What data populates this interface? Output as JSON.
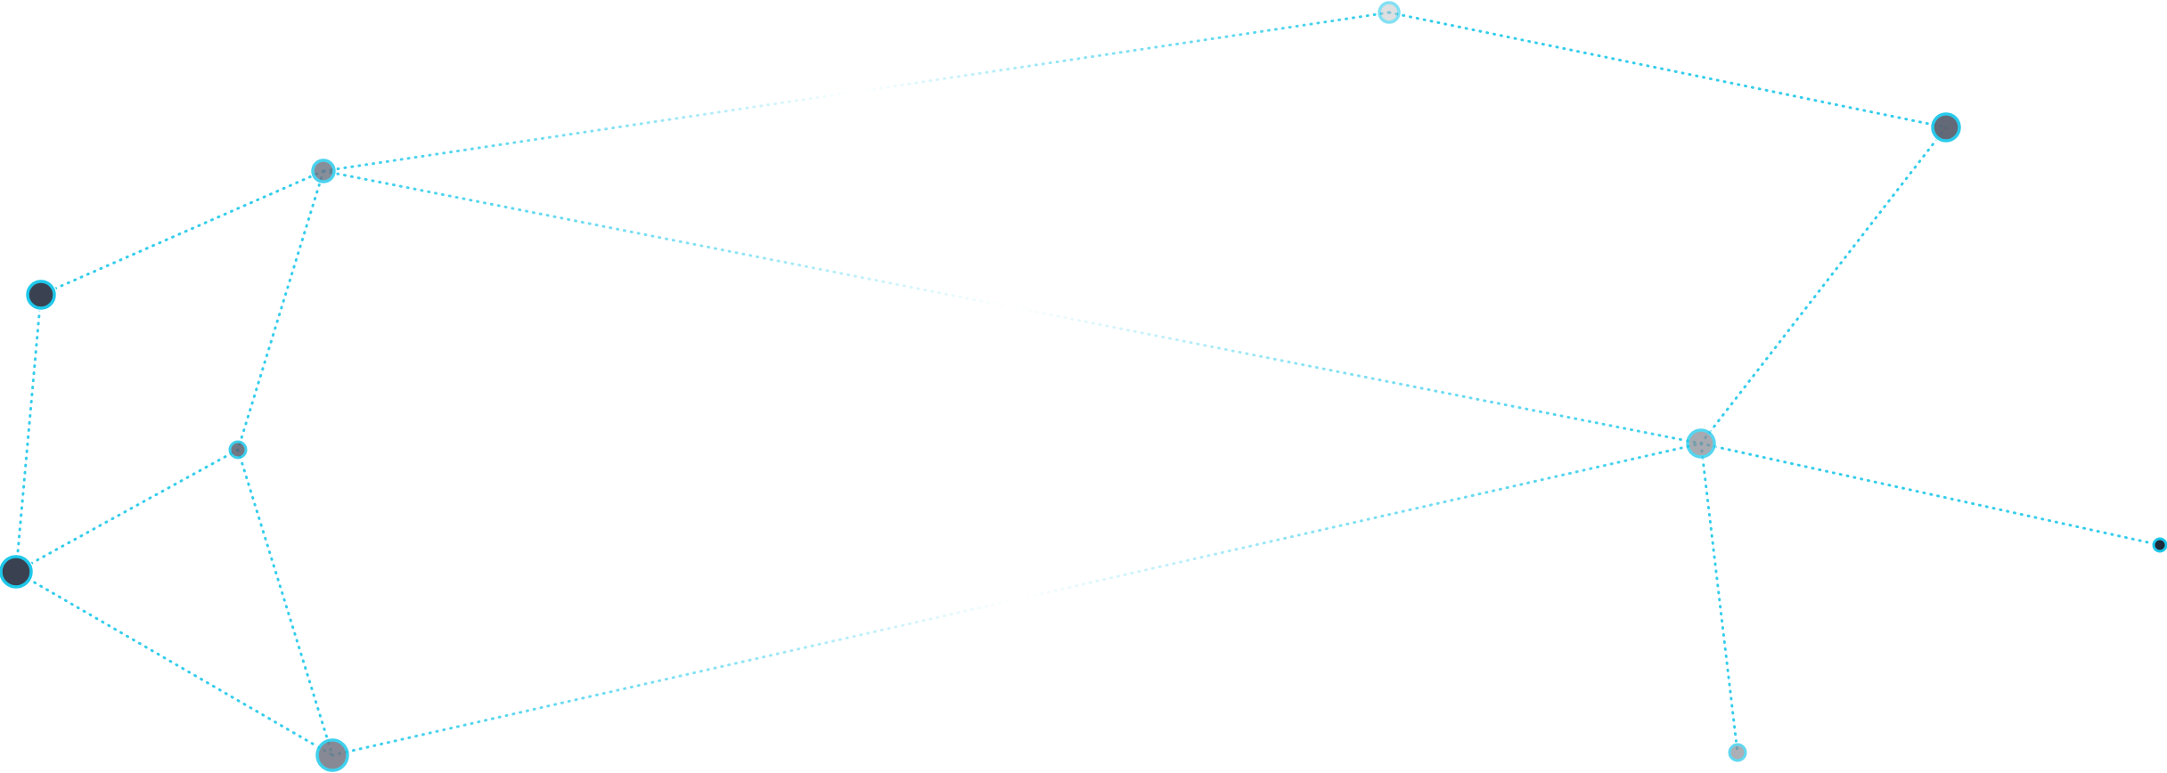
{
  "colors": {
    "background": "#ffffff",
    "edge": "#1ec8ea",
    "node_ring": "#1ec8ea"
  },
  "nodes": [
    {
      "id": "n1",
      "name": "top-center",
      "fill": "#c3c6ca",
      "opacity": 0.55
    },
    {
      "id": "n2",
      "name": "top-right",
      "fill": "#5b6170",
      "opacity": 0.95
    },
    {
      "id": "n3",
      "name": "left-upper-mid",
      "fill": "#6b7280",
      "opacity": 0.8
    },
    {
      "id": "n4",
      "name": "left-upper",
      "fill": "#3a4252",
      "opacity": 1
    },
    {
      "id": "n5",
      "name": "left-mid-small",
      "fill": "#5a6270",
      "opacity": 0.85
    },
    {
      "id": "n6",
      "name": "left-lower",
      "fill": "#3a4252",
      "opacity": 1
    },
    {
      "id": "n7",
      "name": "bottom-left",
      "fill": "#737582",
      "opacity": 0.85
    },
    {
      "id": "n8",
      "name": "right-mid",
      "fill": "#8a8e96",
      "opacity": 0.75
    },
    {
      "id": "n9",
      "name": "far-right-small",
      "fill": "#1c2a3a",
      "opacity": 1
    },
    {
      "id": "n10",
      "name": "bottom-right-small",
      "fill": "#8a8e96",
      "opacity": 0.7
    }
  ],
  "edges": [
    {
      "from": "n1",
      "to": "n2",
      "fade": false
    },
    {
      "from": "n1",
      "to": "n3",
      "fade": true
    },
    {
      "from": "n2",
      "to": "n8",
      "fade": false
    },
    {
      "from": "n3",
      "to": "n4",
      "fade": false
    },
    {
      "from": "n3",
      "to": "n5",
      "fade": false
    },
    {
      "from": "n3",
      "to": "n8",
      "fade": true
    },
    {
      "from": "n4",
      "to": "n6",
      "fade": false
    },
    {
      "from": "n5",
      "to": "n6",
      "fade": false
    },
    {
      "from": "n5",
      "to": "n7",
      "fade": false
    },
    {
      "from": "n6",
      "to": "n7",
      "fade": false
    },
    {
      "from": "n7",
      "to": "n8",
      "fade": true
    },
    {
      "from": "n8",
      "to": "n9",
      "fade": false
    },
    {
      "from": "n8",
      "to": "n10",
      "fade": false
    }
  ]
}
